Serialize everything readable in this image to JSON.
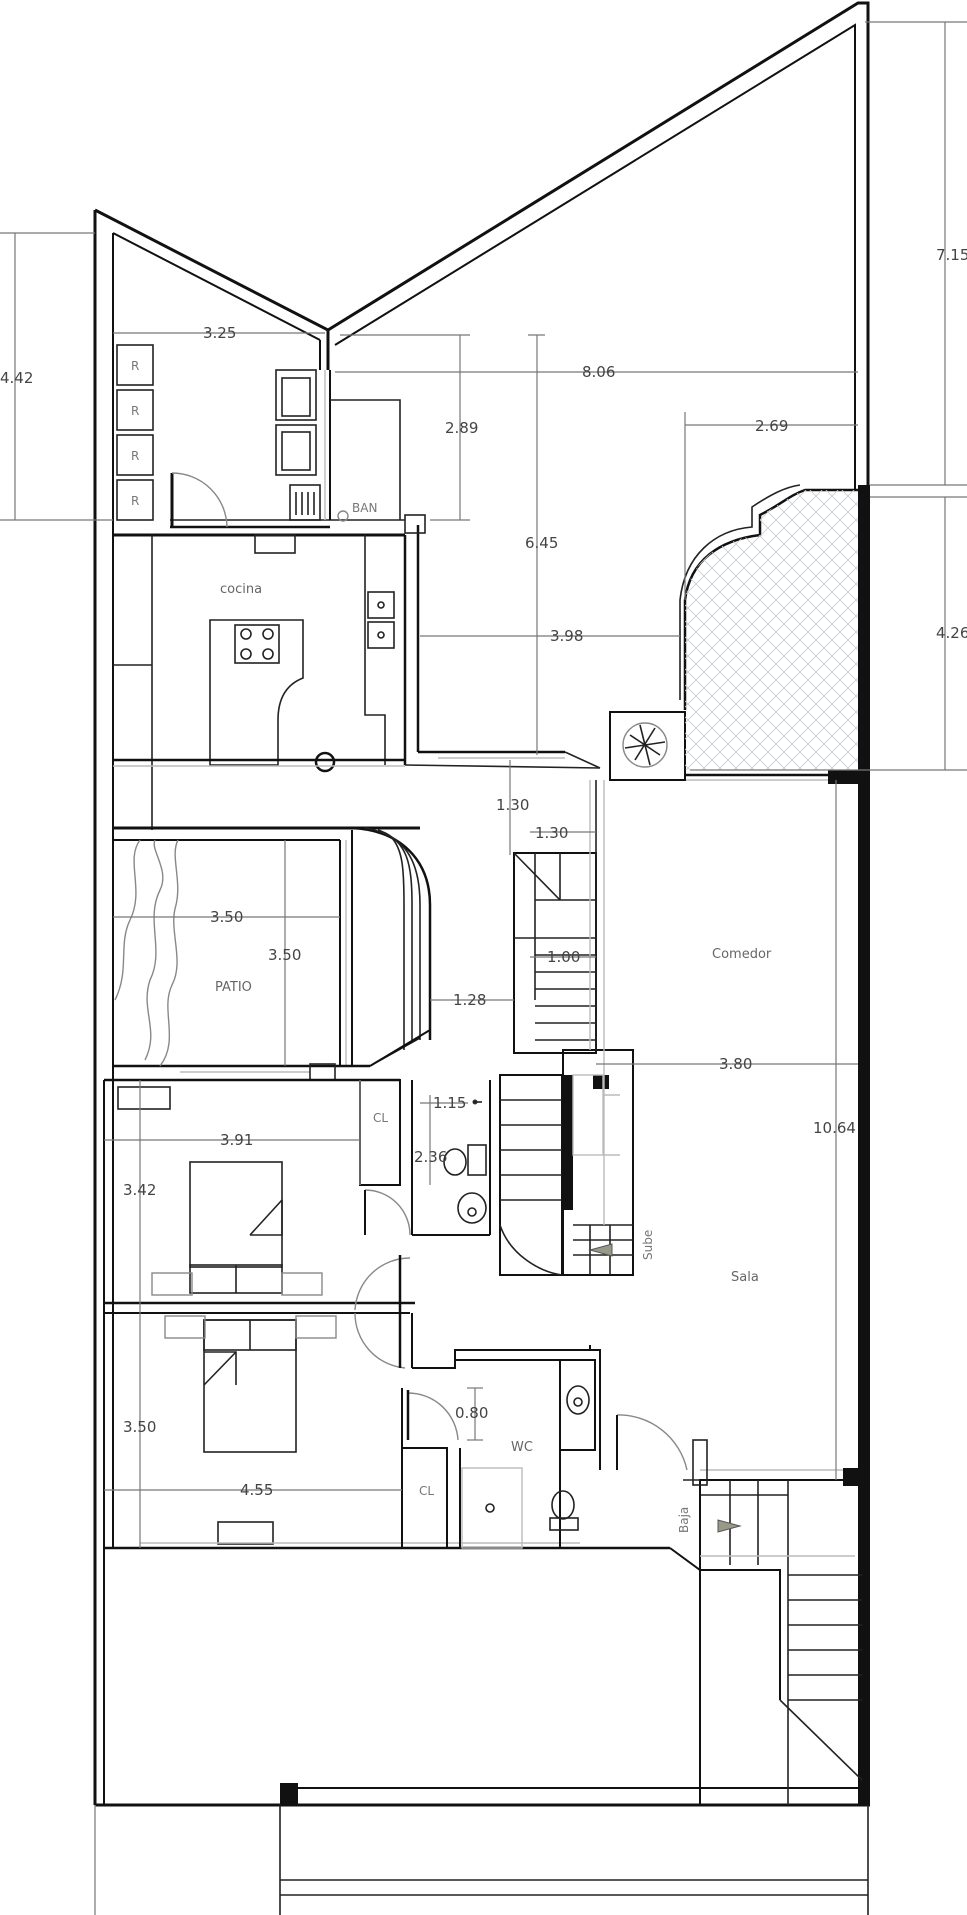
{
  "rooms": {
    "cocina": "cocina",
    "ban": "BAN",
    "patio": "PATIO",
    "comedor": "Comedor",
    "sala": "Sala",
    "wc": "WC",
    "closet_1": "CL",
    "closet_2": "CL"
  },
  "stairs": {
    "up": "Sube",
    "down": "Baja"
  },
  "fridges": [
    "R",
    "R",
    "R",
    "R"
  ],
  "dimensions": {
    "d_7_15": "7.15",
    "d_4_42": "4.42",
    "d_3_25": "3.25",
    "d_8_06": "8.06",
    "d_2_89": "2.89",
    "d_2_69": "2.69",
    "d_6_45": "6.45",
    "d_4_26": "4.26",
    "d_3_98": "3.98",
    "d_1_30_a": "1.30",
    "d_1_30_b": "1.30",
    "d_3_50_a": "3.50",
    "d_3_50_b": "3.50",
    "d_1_00": "1.00",
    "d_1_28": "1.28",
    "d_3_80": "3.80",
    "d_1_15": "1.15",
    "d_3_91": "3.91",
    "d_2_36": "2.36",
    "d_10_64": "10.64",
    "d_3_42": "3.42",
    "d_0_80": "0.80",
    "d_3_50_c": "3.50",
    "d_4_55": "4.55"
  },
  "colors": {
    "wall": "#111111",
    "dimension": "#777777",
    "hatch": "#c8ccd4"
  }
}
